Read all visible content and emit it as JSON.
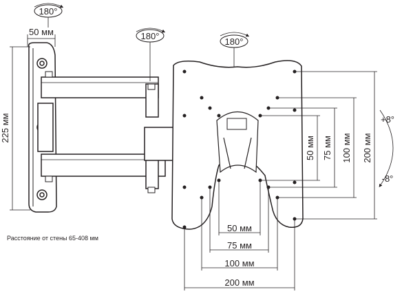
{
  "rotation_labels": {
    "top_left": "180°",
    "middle": "180°",
    "plate": "180°"
  },
  "wall_plate": {
    "width_label": "50 мм",
    "height_label": "225 мм"
  },
  "tilt": {
    "up": "+8°",
    "down": "-8°"
  },
  "vesa_horizontal": [
    "50 мм",
    "75 мм",
    "100 мм",
    "200 мм"
  ],
  "vesa_vertical": [
    "50 мм",
    "75 мм",
    "100 мм",
    "200 мм"
  ],
  "distance_note": "Расстояние от стены 65-408 мм"
}
